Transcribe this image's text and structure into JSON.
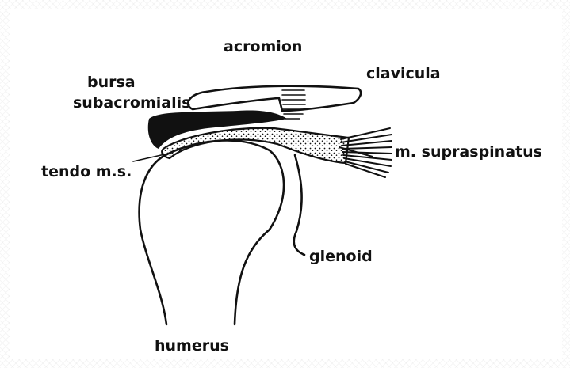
{
  "labels": {
    "acromion": "acromion",
    "clavicula": "clavicula",
    "bursa": "bursa",
    "subacromialis": "subacromialis",
    "tendo": "tendo m.s.",
    "supraspinatus": "m. supraspinatus",
    "glenoid": "glenoid",
    "humerus": "humerus"
  },
  "colors": {
    "ink": "#111111",
    "background": "#ffffff"
  }
}
